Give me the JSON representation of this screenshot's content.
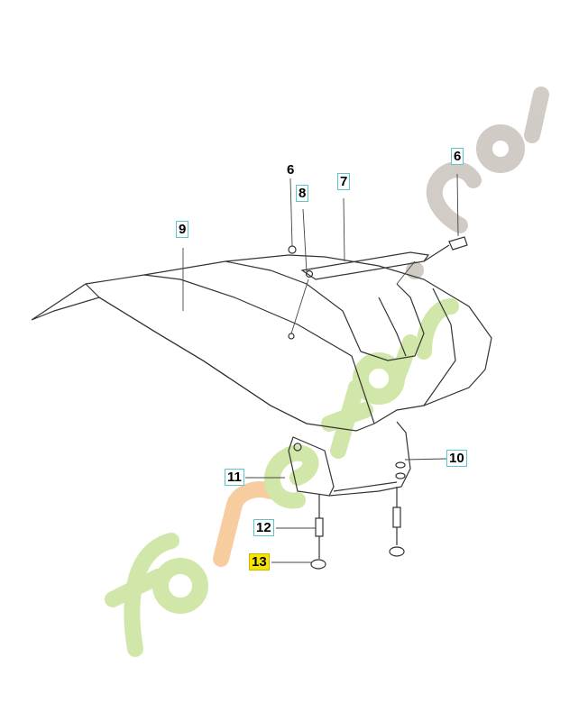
{
  "watermark": {
    "text": "foretgarden.com",
    "colors": {
      "green": "#c9e39b",
      "orange": "#f6c48e",
      "gray": "#c9c3bb"
    }
  },
  "callouts": [
    {
      "label": "6",
      "boxed": false
    },
    {
      "label": "8",
      "boxed": true
    },
    {
      "label": "7",
      "boxed": true
    },
    {
      "label": "6",
      "boxed": true
    },
    {
      "label": "9",
      "boxed": true
    },
    {
      "label": "10",
      "boxed": true
    },
    {
      "label": "11",
      "boxed": true
    },
    {
      "label": "12",
      "boxed": true
    },
    {
      "label": "13",
      "boxed": true,
      "highlighted": true,
      "highlight_color": "#f5e400"
    }
  ]
}
